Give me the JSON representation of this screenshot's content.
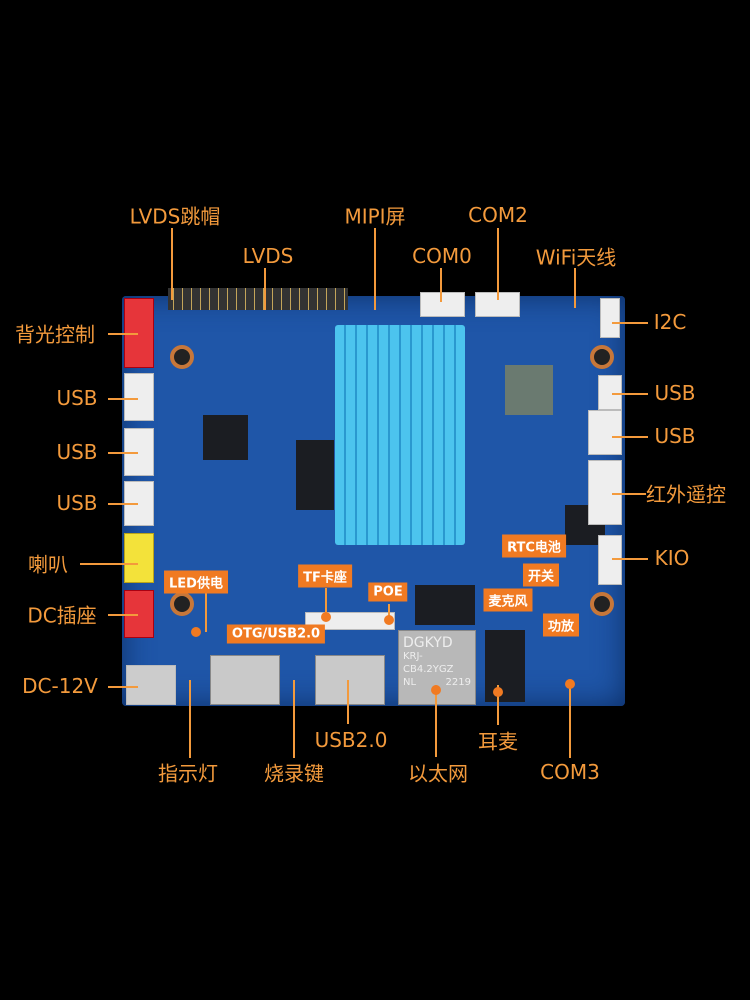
{
  "top_labels": {
    "lvds_jumper": "LVDS跳帽",
    "lvds": "LVDS",
    "mipi": "MIPI屏",
    "com0": "COM0",
    "com2": "COM2",
    "wifi": "WiFi天线"
  },
  "left_labels": {
    "backlight": "背光控制",
    "usb1": "USB",
    "usb2": "USB",
    "usb3": "USB",
    "speaker": "喇叭",
    "dc_socket": "DC插座",
    "dc12v": "DC-12V"
  },
  "right_labels": {
    "i2c": "I2C",
    "usb1": "USB",
    "usb2": "USB",
    "ir": "红外遥控",
    "kio": "KIO"
  },
  "bottom_labels": {
    "indicator": "指示灯",
    "burn_key": "烧录键",
    "usb20": "USB2.0",
    "ethernet": "以太网",
    "headset": "耳麦",
    "com3": "COM3"
  },
  "board_tags": {
    "led_power": "LED供电",
    "tf": "TF卡座",
    "poe": "POE",
    "otg": "OTG/USB2.0",
    "rtc": "RTC电池",
    "switch": "开关",
    "mic": "麦克风",
    "amp": "功放"
  },
  "rj45_marking": {
    "brand": "DGKYD",
    "model": "KRJ-CB4.2YGZ",
    "line3_left": "NL",
    "line3_right": "2219"
  }
}
